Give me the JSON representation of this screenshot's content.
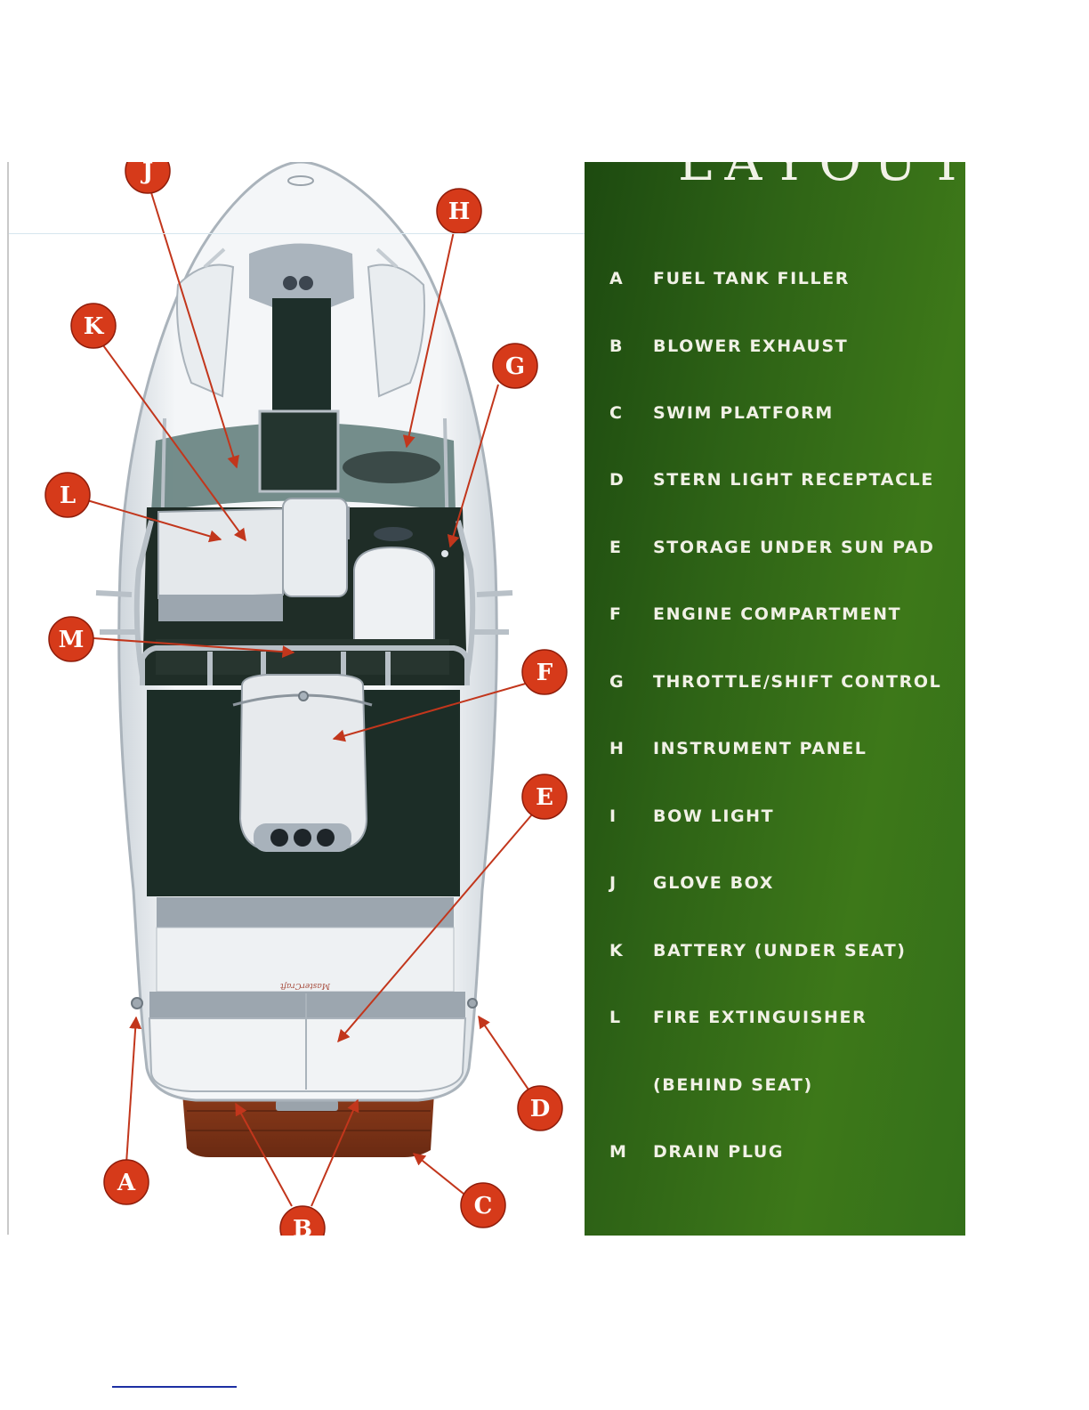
{
  "panel": {
    "title": "LAYOUT",
    "background_color": "#2e6316",
    "text_color": "#f1f1e6"
  },
  "legend": [
    {
      "letter": "A",
      "label": "FUEL TANK FILLER"
    },
    {
      "letter": "B",
      "label": "BLOWER EXHAUST"
    },
    {
      "letter": "C",
      "label": "SWIM PLATFORM"
    },
    {
      "letter": "D",
      "label": "STERN LIGHT RECEPTACLE"
    },
    {
      "letter": "E",
      "label": "STORAGE UNDER SUN PAD"
    },
    {
      "letter": "F",
      "label": "ENGINE COMPARTMENT"
    },
    {
      "letter": "G",
      "label": "THROTTLE/SHIFT CONTROL"
    },
    {
      "letter": "H",
      "label": "INSTRUMENT PANEL"
    },
    {
      "letter": "I",
      "label": "BOW LIGHT"
    },
    {
      "letter": "J",
      "label": "GLOVE BOX"
    },
    {
      "letter": "K",
      "label": "BATTERY (UNDER SEAT)"
    },
    {
      "letter": "L",
      "label": "FIRE EXTINGUISHER"
    },
    {
      "letter": "",
      "label": "(BEHIND SEAT)"
    },
    {
      "letter": "M",
      "label": "DRAIN PLUG"
    }
  ],
  "callouts": {
    "A": "A",
    "B": "B",
    "C": "C",
    "D": "D",
    "E": "E",
    "F": "F",
    "G": "G",
    "H": "H",
    "J": "J",
    "K": "K",
    "L": "L",
    "M": "M"
  },
  "callout_color": "#d63a1a",
  "boat_logo_text": "MasterCraft"
}
